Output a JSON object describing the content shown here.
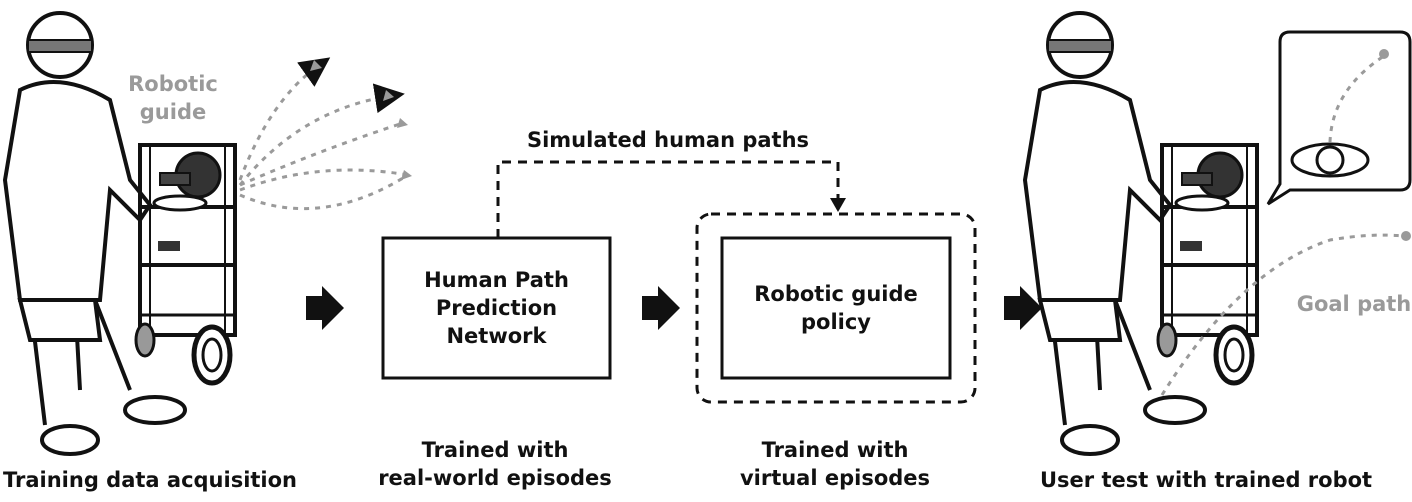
{
  "stages": {
    "acquisition": {
      "caption": "Training data acquisition",
      "guide_label_line1": "Robotic",
      "guide_label_line2": "guide"
    },
    "prediction": {
      "box_line1": "Human Path",
      "box_line2": "Prediction",
      "box_line3": "Network",
      "caption_line1": "Trained with",
      "caption_line2": "real-world episodes"
    },
    "policy": {
      "box_line1": "Robotic guide",
      "box_line2": "policy",
      "caption_line1": "Trained with",
      "caption_line2": "virtual episodes"
    },
    "user_test": {
      "caption": "User test with trained robot",
      "goal_label": "Goal path"
    }
  },
  "connector_label": "Simulated human paths",
  "colors": {
    "ink": "#111111",
    "accent_grey": "#9a9a9a"
  },
  "icons": [
    "person-with-headset-icon",
    "robotic-guide-cart-icon",
    "flow-arrow-icon",
    "top-view-person-icon"
  ]
}
